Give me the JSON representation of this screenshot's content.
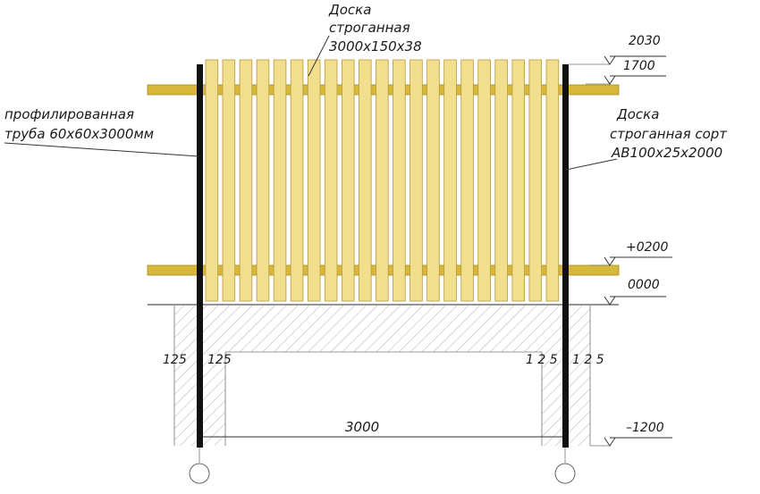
{
  "labels": {
    "picket": [
      "Доска",
      "строганная",
      "3000х150х38"
    ],
    "pipe": [
      "профилированная",
      "труба  60х60х3000мм"
    ],
    "rail": [
      "Доска",
      "строганная сорт",
      "АВ100х25х2000"
    ],
    "width": "3000",
    "offset_left_outer": "125",
    "offset_left_inner": "125",
    "offset_right_inner": "1 2 5",
    "offset_right_outer": "1 2 5"
  },
  "elevations": {
    "top": "2030",
    "upper_rail": "1700",
    "lower_rail": "+0200",
    "ground": "0000",
    "foundation": "–1200"
  },
  "counts": {
    "pickets": 21
  },
  "colors": {
    "picket_fill": "#f2df8e",
    "picket_stroke": "#b59a3a",
    "rail_fill": "#d8b83a",
    "post": "#111111",
    "hatch": "#9a9a9a"
  }
}
